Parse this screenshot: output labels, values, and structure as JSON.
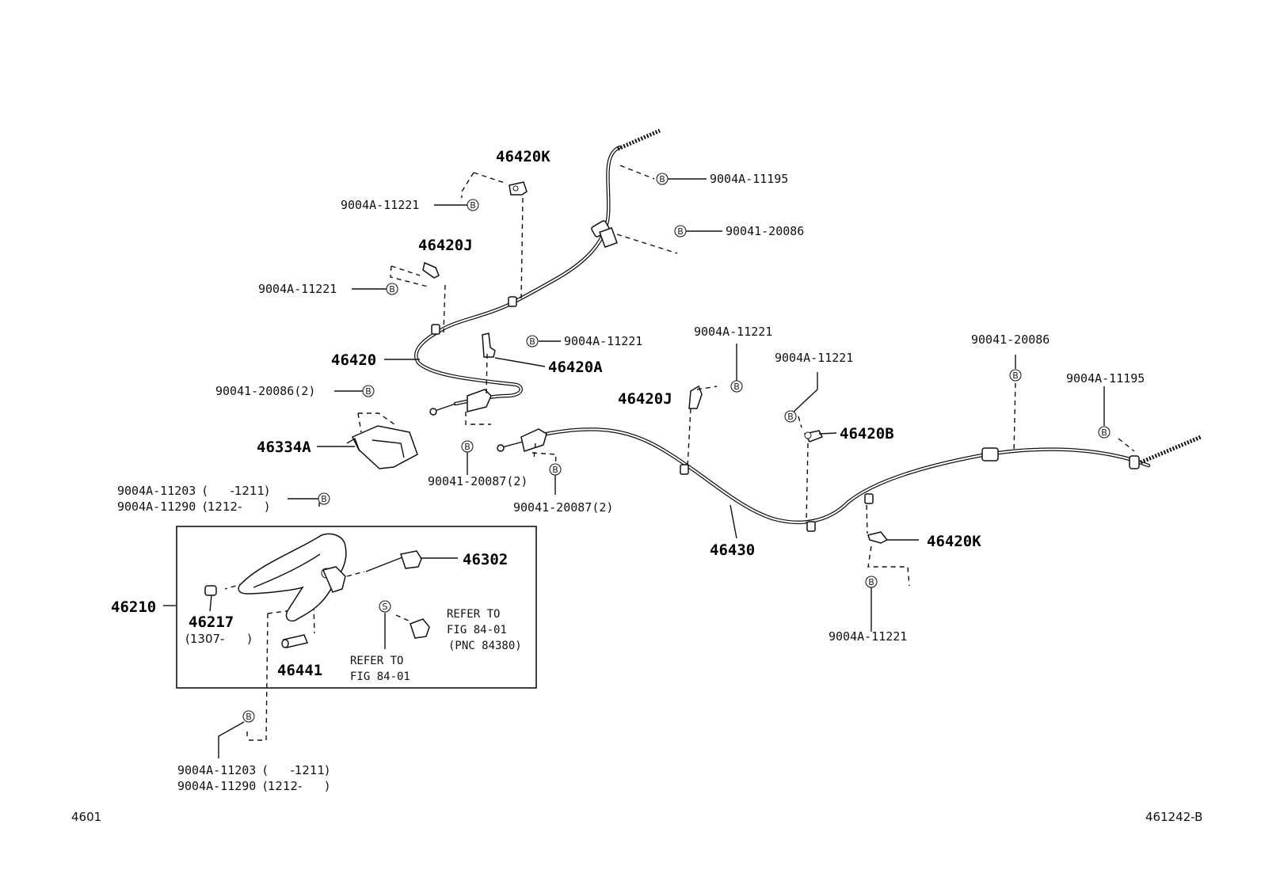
{
  "diagram": {
    "figure_id": "461242-B",
    "page_code": "4601",
    "labels": {
      "p46420K_top": "46420K",
      "p9004A_11195_top": "9004A-11195",
      "p9004A_11221_a": "9004A-11221",
      "p90041_20086_top": "90041-20086",
      "p46420J_top": "46420J",
      "p9004A_11221_b": "9004A-11221",
      "p9004A_11221_c": "9004A-11221",
      "p46420": "46420",
      "p46420A": "46420A",
      "p90041_20086_2": "90041-20086(2)",
      "p46334A": "46334A",
      "p90041_20087_2a": "90041-20087(2)",
      "p90041_20087_2b": "90041-20087(2)",
      "p9004A_11221_d": "9004A-11221",
      "p46420J_mid": "46420J",
      "p9004A_11221_e": "9004A-11221",
      "p46420B": "46420B",
      "p90041_20086_right": "90041-20086",
      "p9004A_11195_right": "9004A-11195",
      "p46430": "46430",
      "p46420K_bottom": "46420K",
      "p9004A_11221_f": "9004A-11221",
      "p9004A_11203_top": "9004A-11203",
      "p9004A_11203_top_range": "(      -1211)",
      "p9004A_11290_top": "9004A-11290",
      "p9004A_11290_top_range": "(1212-      )",
      "p46210": "46210",
      "p46302": "46302",
      "p46217": "46217",
      "p46217_range": "(1307-      )",
      "p46441": "46441",
      "refer_to_1": "REFER TO",
      "refer_fig_1": "FIG 84-01",
      "refer_pnc": "(PNC 84380)",
      "refer_to_2": "REFER TO",
      "refer_fig_2": "FIG 84-01",
      "p9004A_11203_bottom": "9004A-11203",
      "p9004A_11203_bottom_range": "(      -1211)",
      "p9004A_11290_bottom": "9004A-11290",
      "p9004A_11290_bottom_range": "(1212-      )"
    },
    "markers": {
      "bolt": "B",
      "screw": "S"
    }
  }
}
